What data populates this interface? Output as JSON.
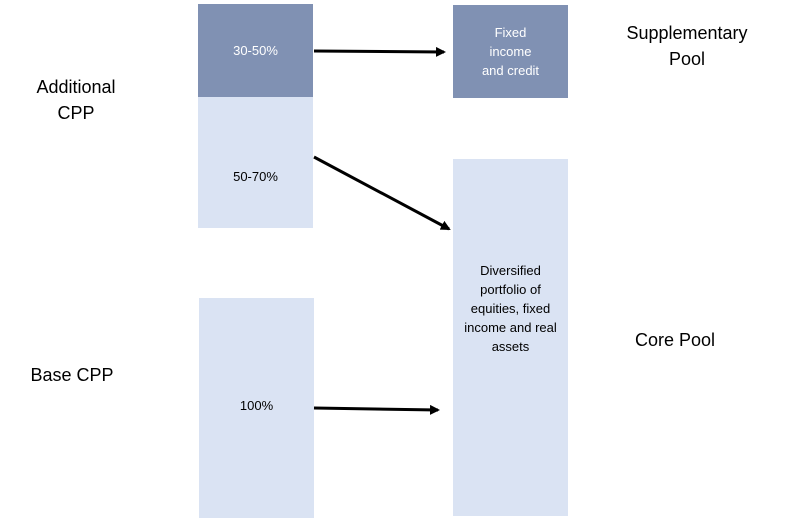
{
  "labels": {
    "additional_cpp": [
      "Additional",
      "CPP"
    ],
    "base_cpp": "Base CPP",
    "supplementary_pool": [
      "Supplementary",
      "Pool"
    ],
    "core_pool": "Core Pool"
  },
  "allocations": {
    "additional_upper": "30-50%",
    "additional_lower": "50-70%",
    "base": "100%"
  },
  "pools": {
    "supplementary_lines": [
      "Fixed",
      "income",
      "and credit"
    ],
    "core_lines": [
      "Diversified",
      "portfolio of",
      "equities, fixed",
      "income and real",
      "assets"
    ]
  },
  "colors": {
    "dark_box": "#8091b3",
    "light_box": "#dae3f3",
    "arrow": "#000000"
  }
}
